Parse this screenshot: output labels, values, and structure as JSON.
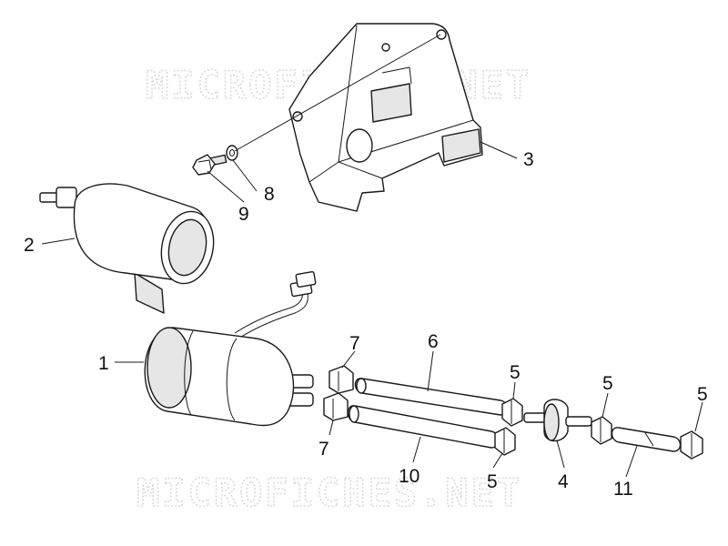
{
  "watermark": "MICROFICHES.NET",
  "callouts": {
    "c1": "1",
    "c2": "2",
    "c3": "3",
    "c4": "4",
    "c5a": "5",
    "c5b": "5",
    "c5c": "5",
    "c5d": "5",
    "c6": "6",
    "c7a": "7",
    "c7b": "7",
    "c8": "8",
    "c9": "9",
    "c10": "10",
    "c11": "11"
  },
  "colors": {
    "line": "#1a1a1a",
    "shade": "#e6e6e6",
    "watermark": "#d9d9d9"
  }
}
